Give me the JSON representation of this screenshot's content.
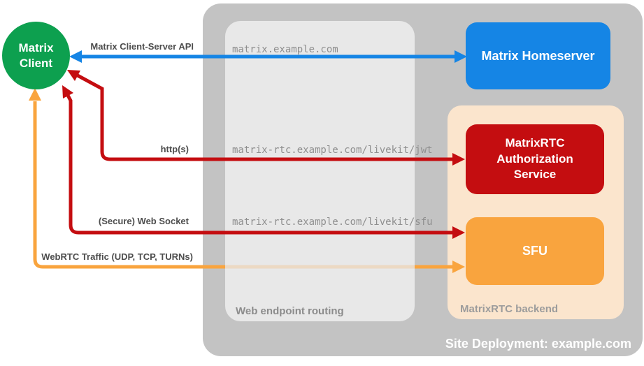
{
  "diagram": {
    "background": "#FFFFFF",
    "site_deployment": {
      "label": "Site Deployment: example.com",
      "color": "#C3C3C3"
    },
    "web_endpoint_routing": {
      "label": "Web endpoint routing",
      "color": "#E8E8E8"
    },
    "matrixrtc_backend": {
      "label": "MatrixRTC backend",
      "color": "#FBE5CD"
    },
    "nodes": {
      "matrix_client": {
        "label": "Matrix Client",
        "color": "#0DA04F",
        "shape": "circle"
      },
      "matrix_homeserver": {
        "label": "Matrix Homeserver",
        "color": "#1585E5"
      },
      "matrixrtc_authorization_service": {
        "label": "MatrixRTC Authorization Service",
        "color": "#C40D10"
      },
      "sfu": {
        "label": "SFU",
        "color": "#F9A43E"
      }
    },
    "connections": [
      {
        "id": "matrix-client-server-api",
        "label": "Matrix Client-Server API",
        "endpoint": "matrix.example.com",
        "color": "#1585E5",
        "direction": "bidirectional"
      },
      {
        "id": "https-jwt",
        "label": "http(s)",
        "endpoint": "matrix-rtc.example.com/livekit/jwt",
        "color": "#C40D10",
        "direction": "client-to-authorization-service"
      },
      {
        "id": "secure-web-socket",
        "label": "(Secure) Web Socket",
        "endpoint": "matrix-rtc.example.com/livekit/sfu",
        "color": "#C40D10",
        "direction": "client-to-sfu"
      },
      {
        "id": "webrtc-traffic",
        "label": "WebRTC Traffic (UDP, TCP, TURNs)",
        "color": "#F9A43E",
        "direction": "client-to-sfu"
      }
    ]
  }
}
